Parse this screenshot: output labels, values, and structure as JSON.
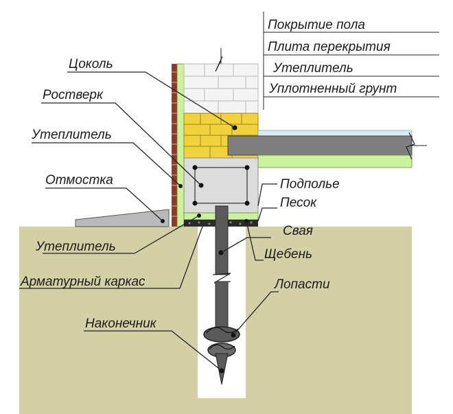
{
  "labels": {
    "floor_covering": "Покрытие пола",
    "floor_slab": "Плита перекрытия",
    "insulation_floor": "Утеплитель",
    "compacted_soil": "Уплотненный грунт",
    "plinth": "Цоколь",
    "grillage": "Ростверк",
    "insulation_wall": "Утеплитель",
    "blind_area": "Отмостка",
    "underfloor": "Подполье",
    "sand": "Песок",
    "pile": "Свая",
    "crushed_stone": "Щебень",
    "insulation_bottom": "Утеплитель",
    "rebar_cage": "Арматурный каркас",
    "blades": "Лопасти",
    "tip": "Наконечник"
  },
  "colors": {
    "ground": "#d3d0a6",
    "brick": "#f2d23c",
    "insulation": "#c9f29a",
    "concrete": "#dcdcdc",
    "pile": "#5a5a5a",
    "slab": "#7f7f7f",
    "floor_cover": "#d6ecf5",
    "plinth_facing": "#8c3a2a"
  }
}
